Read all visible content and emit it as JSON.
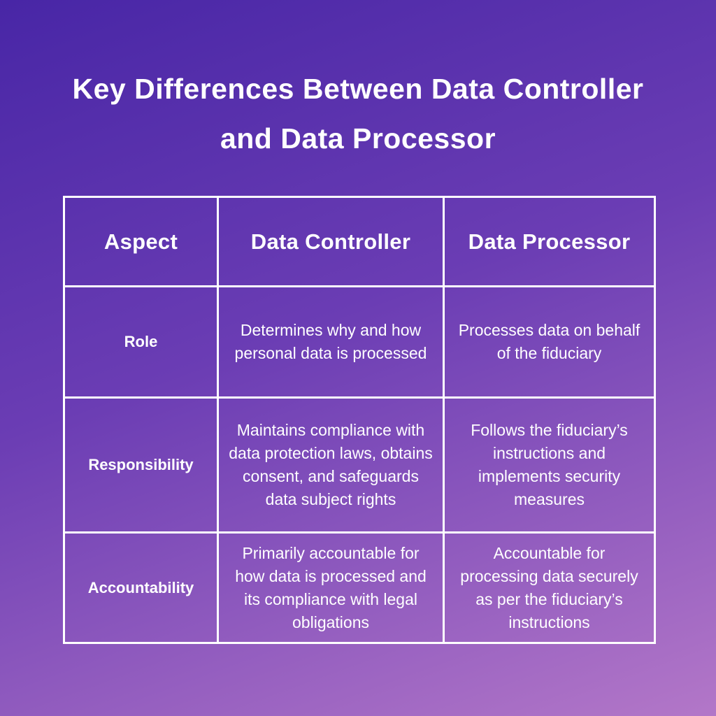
{
  "page": {
    "title": "Key Differences Between Data Controller and Data Processor",
    "title_lines": [
      "Key Differences Between Data Controller",
      "and Data Processor"
    ]
  },
  "colors": {
    "gradient_start": "#4826a6",
    "gradient_mid": "#6b3db4",
    "gradient_end": "#b377c8",
    "table_border": "#ffffff",
    "text": "#ffffff"
  },
  "table": {
    "headers": [
      "Aspect",
      "Data Controller",
      "Data Processor"
    ],
    "rows": [
      {
        "aspect": "Role",
        "data_controller": "Determines why and how personal data is processed",
        "data_processor": "Processes data on behalf of the fiduciary"
      },
      {
        "aspect": "Responsibility",
        "data_controller": "Maintains compliance with data protection laws, obtains consent, and safeguards data subject rights",
        "data_processor": "Follows the fiduciary’s instructions and implements security measures"
      },
      {
        "aspect": "Accountability",
        "data_controller": "Primarily accountable for how data is processed and its compliance with legal obligations",
        "data_processor": "Accountable for processing data securely as per the fiduciary’s instructions"
      }
    ]
  }
}
